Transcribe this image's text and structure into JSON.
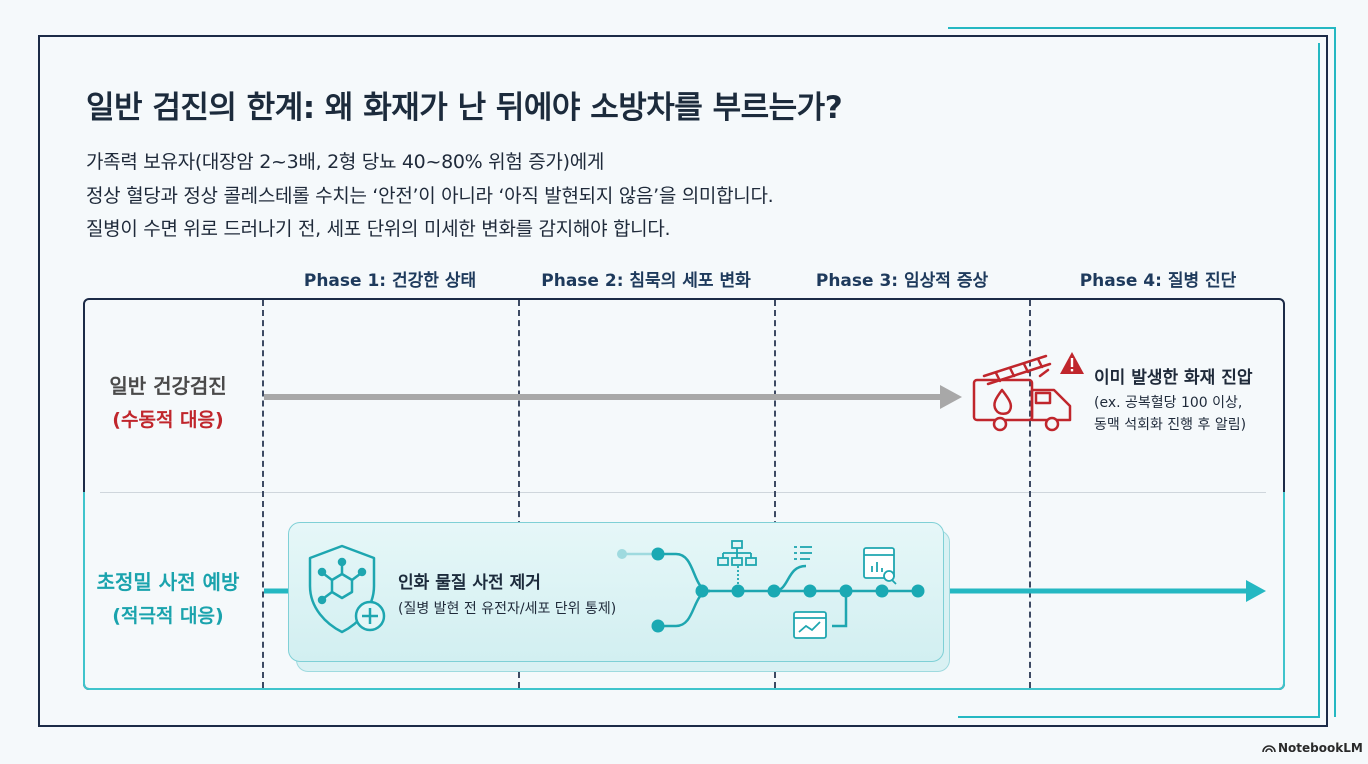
{
  "title": "일반 검진의 한계: 왜 화재가 난 뒤에야 소방차를 부르는가?",
  "description": [
    "가족력 보유자(대장암 2~3배, 2형 당뇨 40~80% 위험 증가)에게",
    "정상 혈당과 정상 콜레스테롤 수치는 ‘안전’이 아니라 ‘아직 발현되지 않음’을 의미합니다.",
    "질병이 수면 위로 드러나기 전, 세포 단위의 미세한 변화를 감지해야 합니다."
  ],
  "phases": [
    "Phase 1: 건강한 상태",
    "Phase 2: 침묵의 세포 변화",
    "Phase 3: 임상적 증상",
    "Phase 4: 질병 진단"
  ],
  "rows": {
    "general": {
      "label": "일반 건강검진",
      "sublabel": "(수동적 대응)"
    },
    "precision": {
      "label": "초정밀 사전 예방",
      "sublabel": "(적극적 대응)"
    }
  },
  "callout_general": {
    "title": "이미 발생한 화재 진압",
    "lines": [
      "(ex. 공복혈당 100 이상,",
      "동맥 석회화 진행 후 알림)"
    ]
  },
  "card": {
    "title": "인화 물질 사전 제거",
    "subtitle": "(질병 발현 전 유전자/세포 단위 통제)"
  },
  "footer": "NotebookLM",
  "colors": {
    "navy": "#1c2b47",
    "teal": "#25b8c2",
    "red": "#c0262c",
    "gray_arrow": "#a8a8a8"
  },
  "icons": [
    "fire-truck-icon",
    "warning-icon",
    "shield-molecule-icon",
    "org-chart-icon",
    "list-icon",
    "dashboard-chart-icon",
    "trend-chart-icon"
  ]
}
